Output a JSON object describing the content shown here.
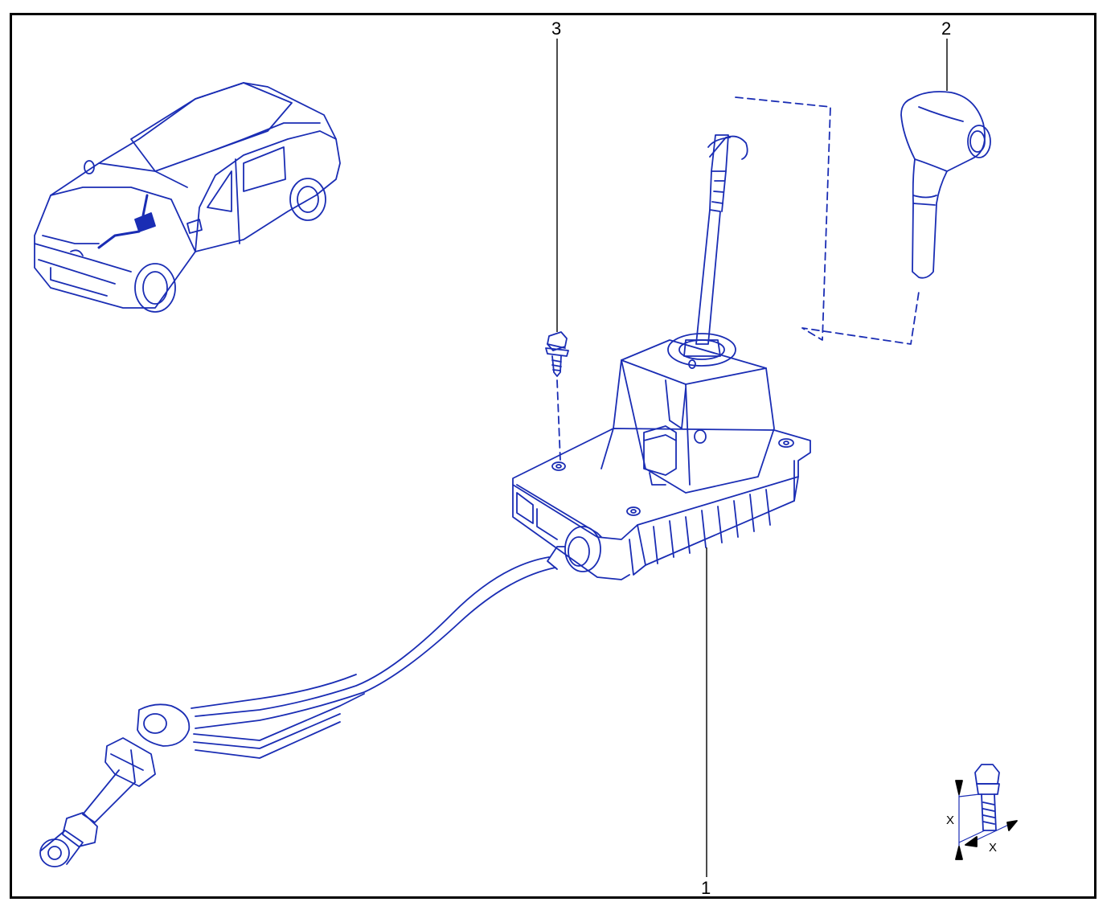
{
  "callouts": [
    {
      "id": "1",
      "label": "1"
    },
    {
      "id": "2",
      "label": "2"
    },
    {
      "id": "3",
      "label": "3"
    }
  ],
  "torque_symbol": {
    "length_label": "X",
    "diameter_label": "X"
  },
  "colors": {
    "line": "#1a2db4",
    "frame": "#000000"
  }
}
